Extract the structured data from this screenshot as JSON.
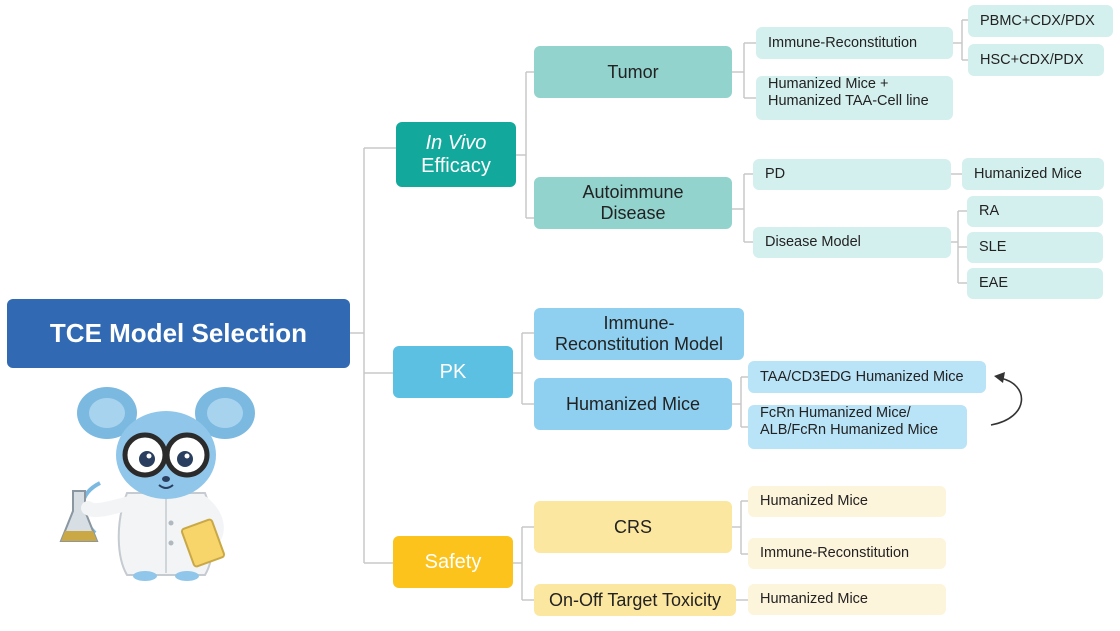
{
  "root": {
    "label": "TCE Model Selection"
  },
  "in_vivo": {
    "label_italic": "In Vivo",
    "label_rest": "Efficacy",
    "tumor": {
      "label": "Tumor",
      "immune": {
        "label": "Immune-Reconstitution",
        "children": [
          "PBMC+CDX/PDX",
          "HSC+CDX/PDX"
        ]
      },
      "humanized": {
        "line1": "Humanized Mice +",
        "line2": "Humanized TAA-Cell line"
      }
    },
    "autoimmune": {
      "line1": "Autoimmune",
      "line2": "Disease",
      "pd": {
        "label": "PD",
        "child": "Humanized Mice"
      },
      "disease_model": {
        "label": "Disease Model",
        "children": [
          "RA",
          "SLE",
          "EAE"
        ]
      }
    }
  },
  "pk": {
    "label": "PK",
    "immune_model": {
      "line1": "Immune-",
      "line2": "Reconstitution Model"
    },
    "humanized": {
      "label": "Humanized Mice",
      "taa": "TAA/CD3EDG Humanized Mice",
      "fcrn": {
        "line1": "FcRn Humanized Mice/",
        "line2": "ALB/FcRn Humanized Mice"
      }
    }
  },
  "safety": {
    "label": "Safety",
    "crs": {
      "label": "CRS",
      "children": [
        "Humanized Mice",
        "Immune-Reconstitution"
      ]
    },
    "toxicity": {
      "label": "On-Off Target Toxicity",
      "child": "Humanized Mice"
    }
  },
  "colors": {
    "root": "#3169b3",
    "in_vivo": "#12a99c",
    "pk": "#5bc0e1",
    "safety": "#fbc31c",
    "connector": "#c8c8c8"
  },
  "icons": [
    "mouse-scientist-mascot-icon",
    "curved-arrow-icon"
  ]
}
